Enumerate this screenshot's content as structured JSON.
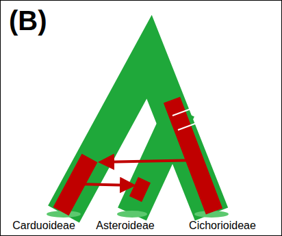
{
  "diagram": {
    "labels": [
      "(B)",
      "Carduoideae",
      "Asteroideae",
      "Cichorioideae"
    ]
  }
}
